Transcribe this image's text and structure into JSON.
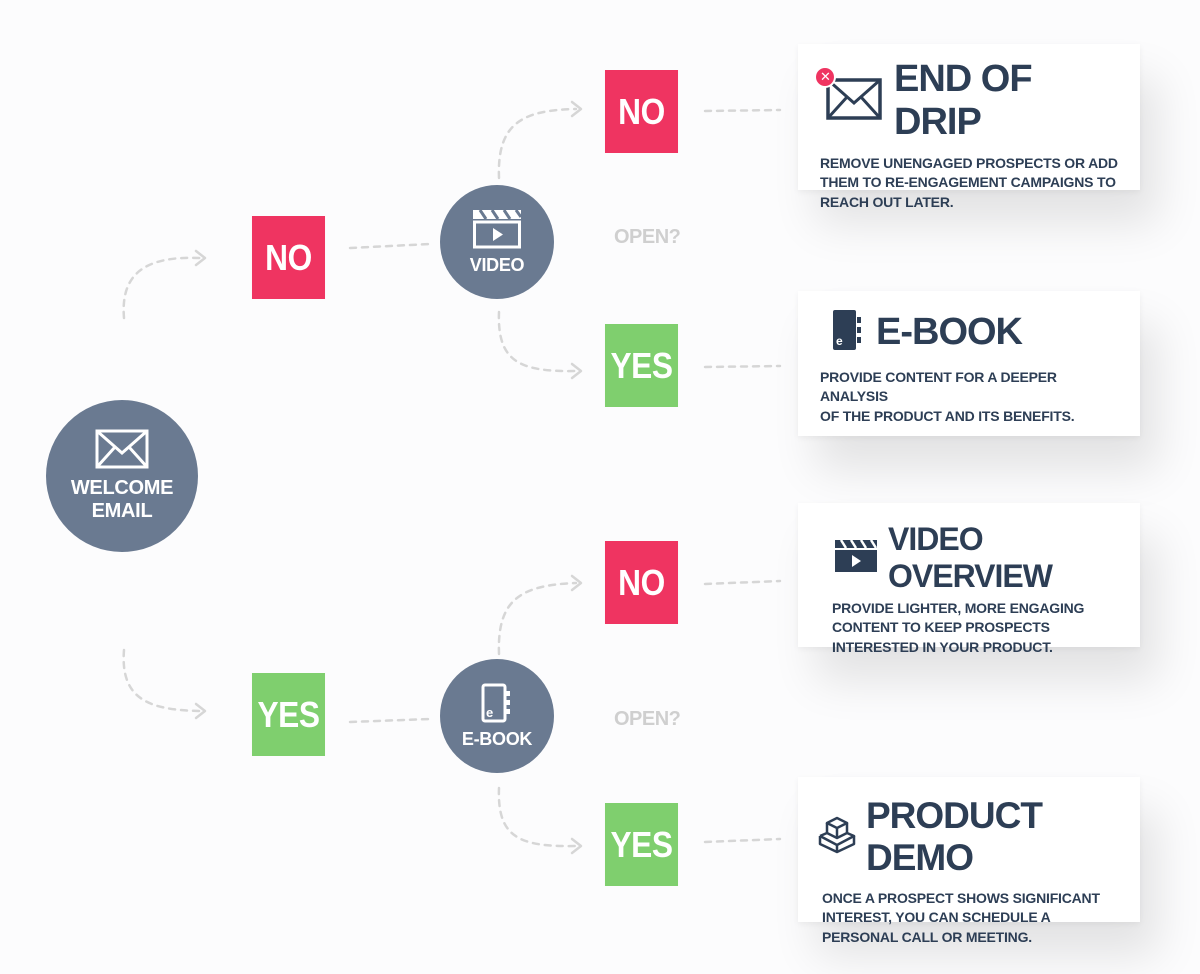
{
  "colors": {
    "node": "#6a7a91",
    "no": "#ef3461",
    "yes": "#7fcf6e",
    "text_dark": "#2d3e55",
    "open_label": "#cfcfcf",
    "connector": "#d6d6d6"
  },
  "start": {
    "icon": "envelope-icon",
    "label_line1": "WELCOME",
    "label_line2": "EMAIL"
  },
  "branches": {
    "first_no": "NO",
    "first_yes": "YES"
  },
  "video_node": {
    "icon": "clapperboard-icon",
    "label": "VIDEO"
  },
  "ebook_node": {
    "icon": "ebook-icon",
    "label": "E-BOOK"
  },
  "video_branch": {
    "no": "NO",
    "yes": "YES",
    "question": "OPEN?"
  },
  "ebook_branch": {
    "no": "NO",
    "yes": "YES",
    "question": "OPEN?"
  },
  "cards": {
    "end_of_drip": {
      "icon": "envelope-x-icon",
      "title": "END OF DRIP",
      "desc_line1": "REMOVE UNENGAGED PROSPECTS OR ADD",
      "desc_line2": "THEM TO RE-ENGAGEMENT CAMPAIGNS TO",
      "desc_line3": "REACH OUT LATER."
    },
    "ebook": {
      "icon": "ebook-icon",
      "title": "E-BOOK",
      "desc_line1": "PROVIDE CONTENT FOR A DEEPER ANALYSIS",
      "desc_line2": "OF THE PRODUCT AND ITS BENEFITS."
    },
    "video_overview": {
      "icon": "clapperboard-icon",
      "title": "VIDEO OVERVIEW",
      "desc_line1": "PROVIDE LIGHTER, MORE ENGAGING",
      "desc_line2": "CONTENT TO KEEP PROSPECTS",
      "desc_line3": "INTERESTED IN YOUR PRODUCT."
    },
    "product_demo": {
      "icon": "boxes-icon",
      "title": "PRODUCT DEMO",
      "desc_line1": "ONCE A PROSPECT SHOWS SIGNIFICANT",
      "desc_line2": "INTEREST, YOU CAN SCHEDULE A",
      "desc_line3": "PERSONAL CALL OR MEETING."
    }
  }
}
